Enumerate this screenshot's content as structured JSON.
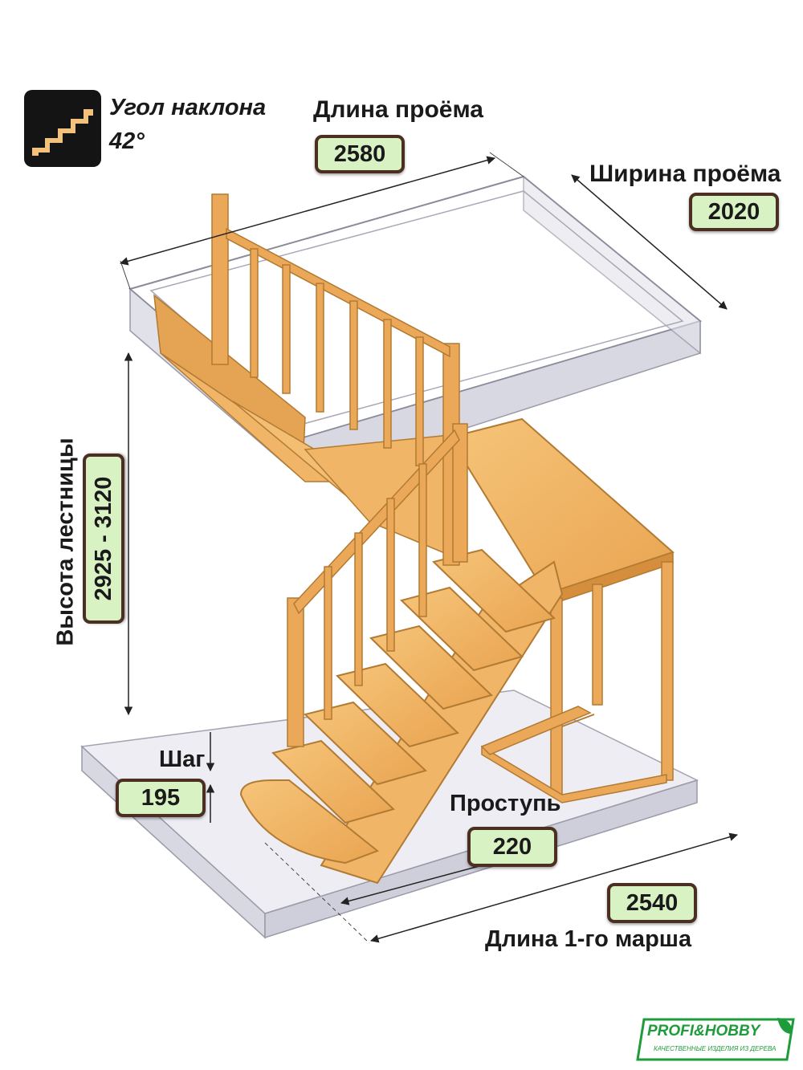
{
  "angle": {
    "label": "Угол наклона",
    "value": "42°"
  },
  "opening_length": {
    "label": "Длина проёма",
    "value": "2580"
  },
  "opening_width": {
    "label": "Ширина проёма",
    "value": "2020"
  },
  "stair_height": {
    "label": "Высота лестницы",
    "value": "2925 - 3120"
  },
  "step_rise": {
    "label": "Шаг",
    "value": "195"
  },
  "tread_depth": {
    "label": "Проступь",
    "value": "220"
  },
  "first_flight_length": {
    "label": "Длина 1-го марша",
    "value": "2540"
  },
  "logo": {
    "name": "PROFI&HOBBY",
    "tagline": "КАЧЕСТВЕННЫЕ ИЗДЕЛИЯ ИЗ ДЕРЕВА"
  },
  "colors": {
    "wood": "#f0b060",
    "wood_dark": "#c98632",
    "badge_fill": "#d9f2c4",
    "badge_border": "#4a2f22",
    "slab": "#e6e6ee",
    "logo_green": "#1e9b3a"
  }
}
